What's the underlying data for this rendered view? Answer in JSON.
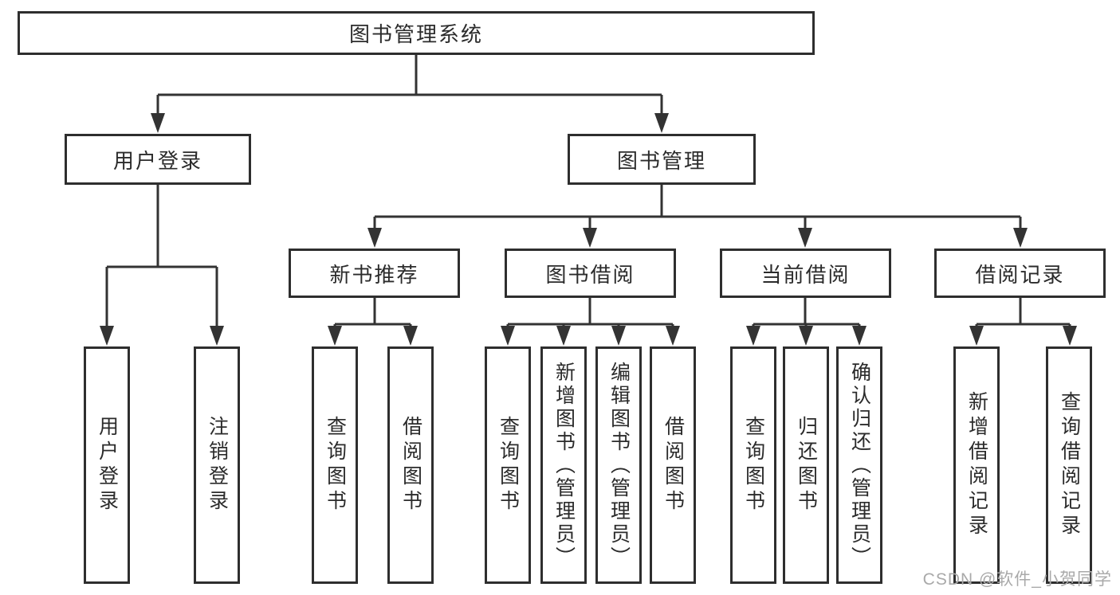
{
  "diagram": {
    "root": {
      "label": "图书管理系统"
    },
    "level2": [
      {
        "label": "用户登录",
        "children": [
          {
            "label": "用户登录"
          },
          {
            "label": "注销登录"
          }
        ]
      },
      {
        "label": "图书管理",
        "children": [
          {
            "label": "新书推荐",
            "children": [
              {
                "label": "查询图书"
              },
              {
                "label": "借阅图书"
              }
            ]
          },
          {
            "label": "图书借阅",
            "children": [
              {
                "label": "查询图书"
              },
              {
                "label": "新增图书（管理员）"
              },
              {
                "label": "编辑图书（管理员）"
              },
              {
                "label": "借阅图书"
              }
            ]
          },
          {
            "label": "当前借阅",
            "children": [
              {
                "label": "查询图书"
              },
              {
                "label": "归还图书"
              },
              {
                "label": "确认归还（管理员）"
              }
            ]
          },
          {
            "label": "借阅记录",
            "children": [
              {
                "label": "新增借阅记录"
              },
              {
                "label": "查询借阅记录"
              }
            ]
          }
        ]
      }
    ]
  },
  "watermark": {
    "text": "CSDN @软件_小贺同学"
  },
  "colors": {
    "line": "#333333",
    "box_border": "#2e2e2e",
    "text": "#2b2b2b",
    "watermark": "#a9a9a9",
    "background": "#ffffff"
  }
}
